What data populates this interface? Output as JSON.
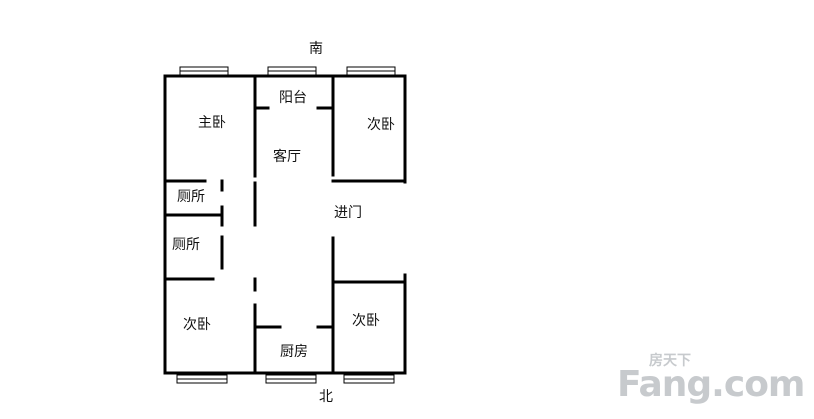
{
  "rooms": {
    "master_bedroom": "主卧",
    "balcony": "阳台",
    "living_room": "客厅",
    "bedroom_ne": "次卧",
    "toilet_upper": "厕所",
    "toilet_lower": "厕所",
    "entrance": "进门",
    "bedroom_sw": "次卧",
    "bedroom_se": "次卧",
    "kitchen": "厨房"
  },
  "compass": {
    "south": "南",
    "north": "北"
  },
  "watermark": {
    "logo_text": "Fang.com",
    "logo_cn": "房天下"
  }
}
